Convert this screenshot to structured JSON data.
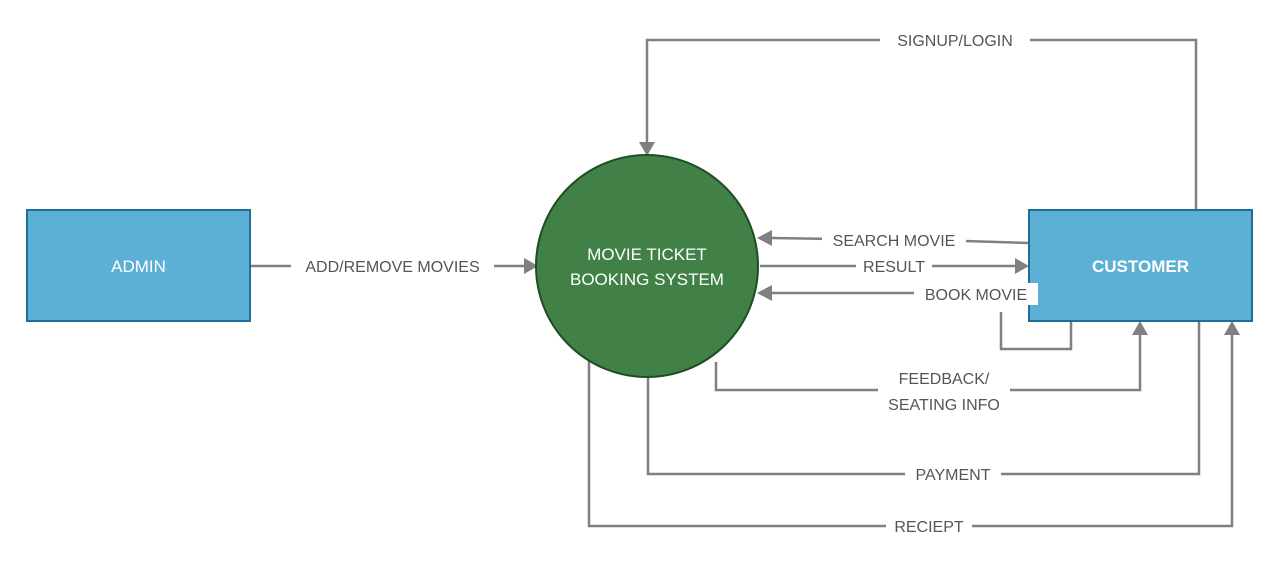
{
  "colors": {
    "entity_fill": "#5cb0d6",
    "entity_stroke": "#1d6f98",
    "process_fill": "#418147",
    "process_stroke": "#1f4d24",
    "connector": "#808080",
    "label_text": "#555555"
  },
  "entities": {
    "admin": "ADMIN",
    "customer": "CUSTOMER"
  },
  "process": {
    "line1": "MOVIE TICKET",
    "line2": "BOOKING SYSTEM"
  },
  "flows": {
    "add_remove_movies": "ADD/REMOVE MOVIES",
    "signup_login": "SIGNUP/LOGIN",
    "search_movie": "SEARCH MOVIE",
    "result": "RESULT",
    "book_movie": "BOOK MOVIE",
    "feedback_line1": "FEEDBACK/",
    "feedback_line2": "SEATING INFO",
    "payment": "PAYMENT",
    "reciept": "RECIEPT"
  }
}
